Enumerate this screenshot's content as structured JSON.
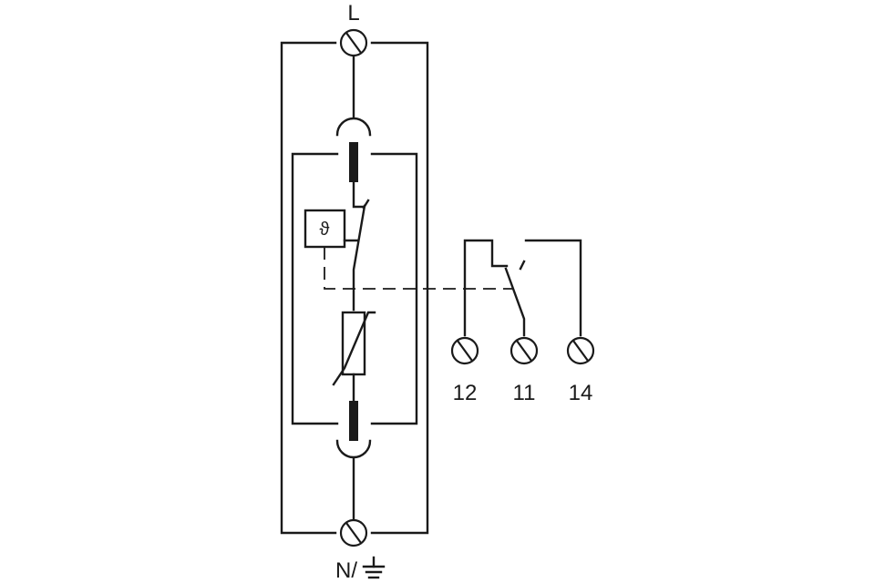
{
  "diagram": {
    "terminals": {
      "top": "L",
      "bottom": "N/",
      "contacts": [
        "12",
        "11",
        "14"
      ]
    },
    "thermal_symbol": "ϑ",
    "icons": {
      "terminal": "screw-terminal-icon",
      "fuse": "fuse-icon",
      "varistor": "varistor-icon",
      "thermal_disconnector": "thermal-disconnector-icon",
      "ground": "ground-icon"
    }
  }
}
